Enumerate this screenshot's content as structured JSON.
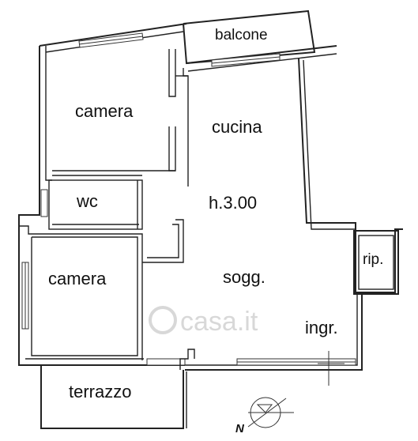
{
  "rooms": {
    "balcone": "balcone",
    "camera_top": "camera",
    "cucina": "cucina",
    "wc": "wc",
    "height": "h.3.00",
    "camera_bottom": "camera",
    "sogg": "sogg.",
    "rip": "rip.",
    "ingr": "ingr.",
    "terrazzo": "terrazzo"
  },
  "compass": {
    "north_label": "N"
  },
  "watermark": {
    "text": "casa.it"
  },
  "colors": {
    "lines": "#222222",
    "background": "#ffffff",
    "watermark": "#d8d8d8"
  }
}
